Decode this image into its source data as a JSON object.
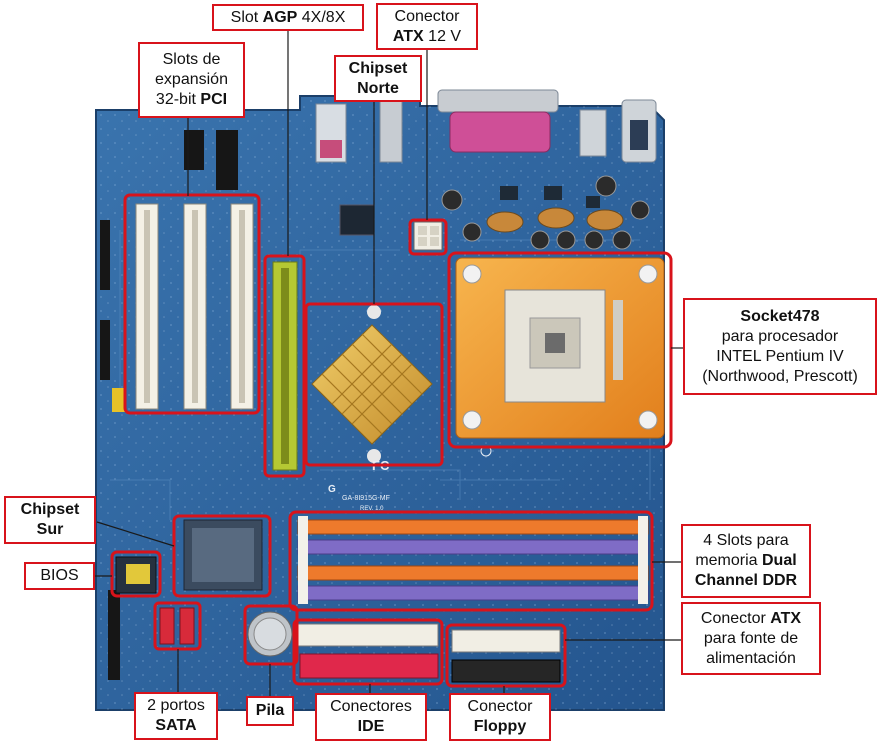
{
  "diagram": {
    "board": {
      "model_text": "GA-8I915G-MF",
      "rev_text": "REV. 1.0"
    },
    "labels": {
      "pci": {
        "l1": "Slots de",
        "l2": "expansión",
        "l3a": "32-bit ",
        "l3b": "PCI"
      },
      "agp": {
        "a": "Slot ",
        "b": "AGP",
        "c": " 4X/8X"
      },
      "atx12": {
        "l1": "Conector",
        "l2a": "ATX",
        "l2b": " 12 V"
      },
      "northbridge": {
        "l1": "Chipset",
        "l2": "Norte"
      },
      "socket": {
        "l1": "Socket478",
        "l2": "para procesador",
        "l3": "INTEL Pentium IV",
        "l4": "(Northwood, Prescott)"
      },
      "southbridge": {
        "l1": "Chipset",
        "l2": "Sur"
      },
      "bios": {
        "l1": "BIOS"
      },
      "ram": {
        "l1": "4 Slots para",
        "l2a": "memoria ",
        "l2b": "Dual",
        "l3": "Channel DDR"
      },
      "atxpower": {
        "l1a": "Conector ",
        "l1b": "ATX",
        "l2": "para fonte de",
        "l3": "alimentación"
      },
      "sata": {
        "l1": "2 portos",
        "l2": "SATA"
      },
      "pila": {
        "l1": "Pila"
      },
      "ide": {
        "l1": "Conectores",
        "l2": "IDE"
      },
      "floppy": {
        "l1": "Conector",
        "l2": "Floppy"
      }
    },
    "colors": {
      "highlight": "#d8131b",
      "pcb": "#2a5d97",
      "pci_slot": "#f4f1e6",
      "agp_slot": "#b5c833",
      "socket_frame": "#f19b2e",
      "heatsink": "#d9a33b",
      "ram_orange": "#ee7a2c",
      "ram_purple": "#7f6cc6",
      "ide_red": "#e0284b"
    }
  }
}
